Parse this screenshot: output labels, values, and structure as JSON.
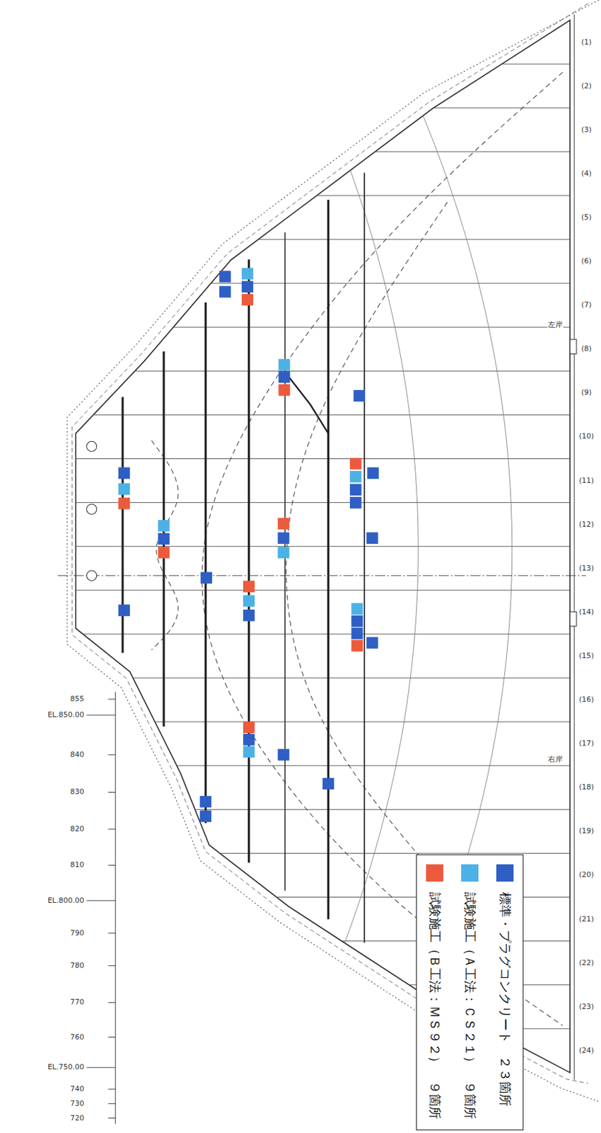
{
  "diagram": {
    "labels": [
      "855",
      "EL.850.00",
      "840",
      "830",
      "820",
      "810",
      "EL.800.00",
      "790",
      "780",
      "770",
      "760",
      "EL.750.00",
      "740",
      "730",
      "720",
      "(1)",
      "(2)",
      "(3)",
      "(4)",
      "(5)",
      "(6)",
      "(7)",
      "(8)",
      "(9)",
      "(10)",
      "(11)",
      "(12)",
      "(13)",
      "(14)",
      "(15)",
      "(16)",
      "(17)",
      "(18)",
      "(19)",
      "(20)",
      "(21)",
      "(22)",
      "(23)",
      "(24)",
      "左岸",
      "右岸"
    ],
    "legend": [
      {
        "text": "標準・プラグコンクリート　２３箇所",
        "color": "#2f5fc4"
      },
      {
        "text": "試験施工（Ａ工法：ＣＳ２１）　９箇所",
        "color": "#4cb2e6"
      },
      {
        "text": "試験施工（Ｂ工法：ＭＳ９２）　９箇所",
        "color": "#ec5a3c"
      }
    ]
  }
}
